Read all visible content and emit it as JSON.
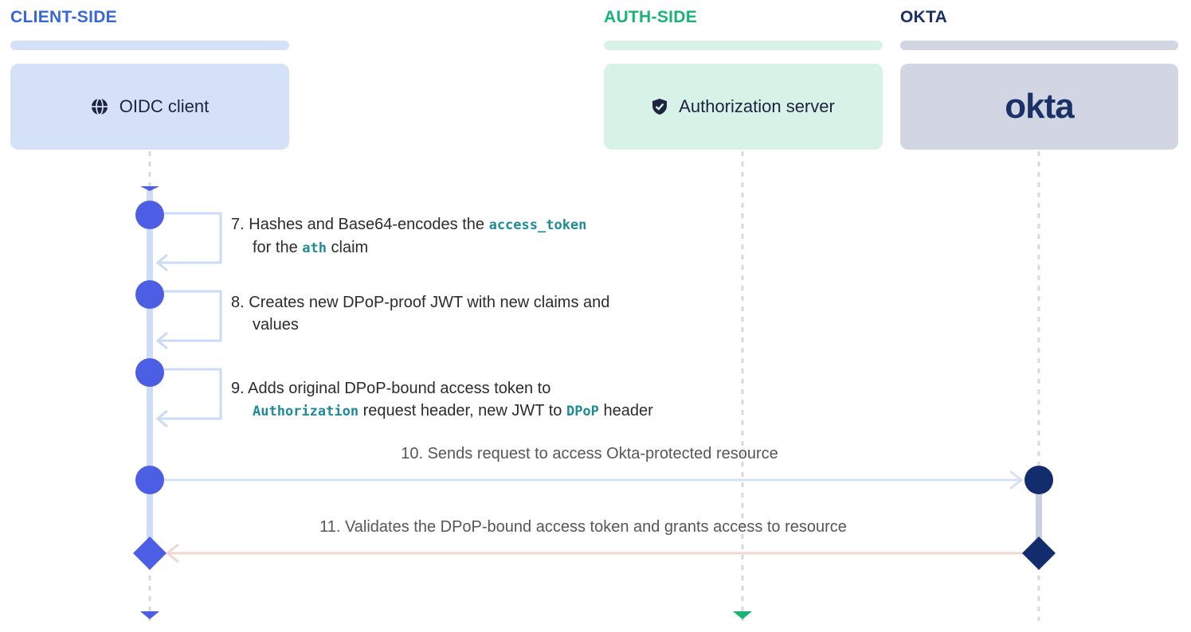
{
  "lanes": {
    "client": {
      "title": "CLIENT-SIDE",
      "box_label": "OIDC client",
      "icon": "globe-icon",
      "color": "#3567d6",
      "bar": "#d4e1f7",
      "box_bg": "#d4e1f7"
    },
    "auth": {
      "title": "AUTH-SIDE",
      "box_label": "Authorization server",
      "icon": "shield-check-icon",
      "color": "#17b474",
      "bar": "#d9f2e7",
      "box_bg": "#d9f2e7"
    },
    "okta": {
      "title": "OKTA",
      "logo_text": "okta",
      "color": "#1a3167",
      "bar": "#d2d6e3",
      "box_bg": "#d2d6e3"
    }
  },
  "steps": {
    "s7": {
      "num": "7.",
      "a": "Hashes and Base64-encodes the",
      "code1": "access_token",
      "b": "for the",
      "code2": "ath",
      "c": "claim"
    },
    "s8": {
      "num": "8.",
      "line1": "Creates new DPoP-proof JWT with new claims and",
      "line2": "values"
    },
    "s9": {
      "num": "9.",
      "line1": "Adds original DPoP-bound access token to",
      "code1": "Authorization",
      "b": "request header, new JWT to",
      "code2": "DPoP",
      "c": "header"
    }
  },
  "messages": {
    "m10": "10. Sends request to access Okta-protected resource",
    "m11": "11. Validates the DPoP-bound access token and grants access to resource"
  },
  "colors": {
    "client_node": "#4b5ee4",
    "okta_node": "#132c6e",
    "request_arrow": "#d6e2f4",
    "response_arrow": "#f4d6d0",
    "self_arrow": "#cadbf6",
    "lifeline": "#d8d8dc"
  }
}
